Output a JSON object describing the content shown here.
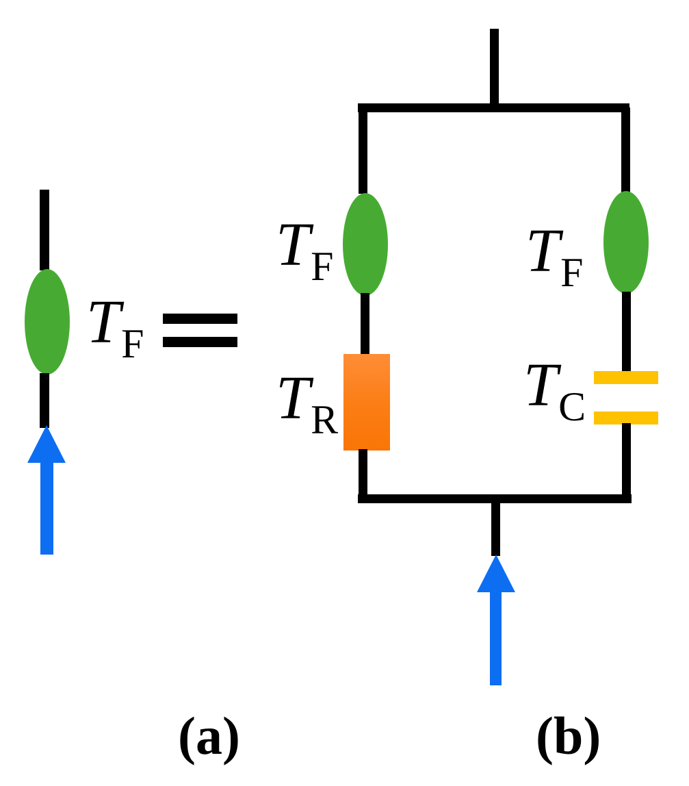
{
  "figure": {
    "type": "equivalent-circuit-diagram",
    "colors": {
      "wire_black": "#000000",
      "fuse_green": "#47AB33",
      "resistor_orange_top": "#FF8D36",
      "resistor_orange_bottom": "#F97507",
      "capacitor_yellow": "#FFC200",
      "arrow_blue": "#0D6EF2"
    },
    "equals_sign": "=",
    "captions": {
      "a": "(a)",
      "b": "(b)"
    },
    "labels": {
      "a_fuse": {
        "base": "T",
        "sub": "F"
      },
      "b_left_fuse": {
        "base": "T",
        "sub": "F"
      },
      "b_left_resistor": {
        "base": "T",
        "sub": "R"
      },
      "b_right_fuse": {
        "base": "T",
        "sub": "F"
      },
      "b_right_capacitor": {
        "base": "T",
        "sub": "C"
      }
    }
  }
}
